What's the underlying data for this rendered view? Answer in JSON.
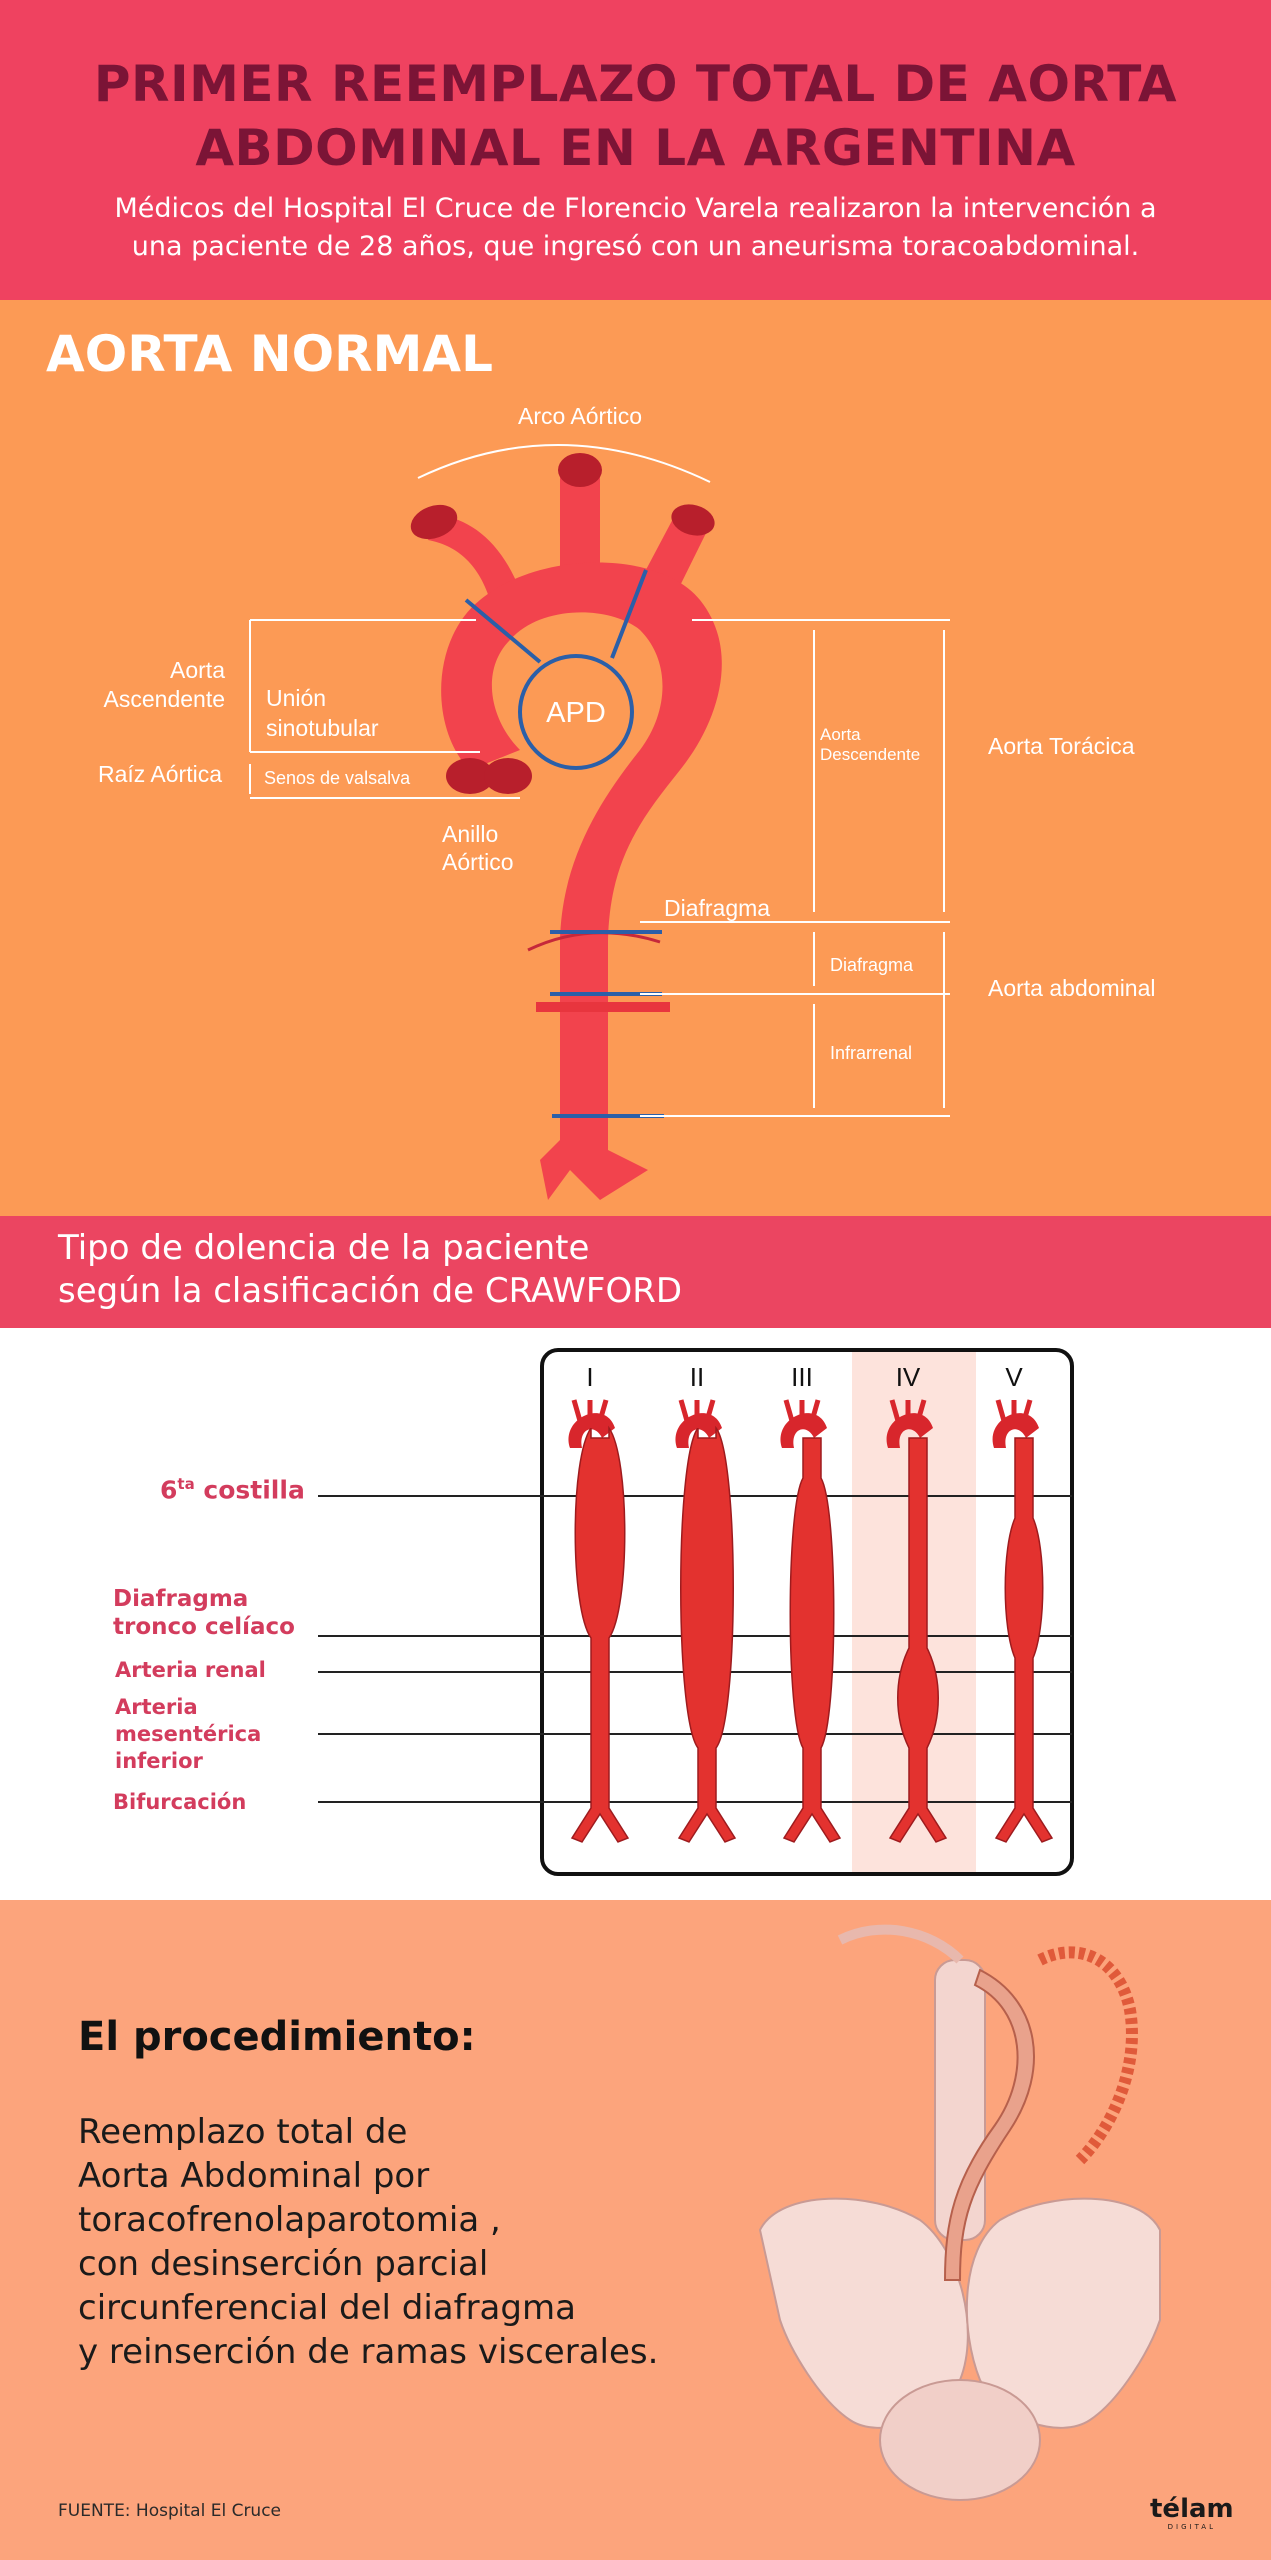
{
  "header": {
    "title_line1": "PRIMER REEMPLAZO TOTAL DE AORTA",
    "title_line2": "ABDOMINAL EN LA ARGENTINA",
    "subtitle_line1": "Médicos del Hospital El Cruce de Florencio Varela realizaron la intervención a",
    "subtitle_line2": "una paciente de 28 años, que ingresó con un aneurisma toracoabdominal."
  },
  "normal": {
    "heading": "AORTA NORMAL",
    "labels": {
      "arco": "Arco Aórtico",
      "ascendente_line1": "Aorta",
      "ascendente_line2": "Ascendente",
      "union_line1": "Unión",
      "union_line2": "sinotubular",
      "raiz": "Raíz Aórtica",
      "senos": "Senos de valsalva",
      "anillo_line1": "Anillo",
      "anillo_line2": "Aórtico",
      "apd": "APD",
      "descendente_line1": "Aorta",
      "descendente_line2": "Descendente",
      "toracica": "Aorta Torácica",
      "diafragma_main": "Diafragma",
      "diafragma_small": "Diafragma",
      "abdominal": "Aorta abdominal",
      "infrarrenal": "Infrarrenal"
    }
  },
  "crawford": {
    "band_line1": "Tipo de dolencia de la paciente",
    "band_line2": "según la clasificación de CRAWFORD",
    "types": [
      "I",
      "II",
      "III",
      "IV",
      "V"
    ],
    "highlighted_type": "IV",
    "levels": {
      "costilla_prefix": "6",
      "costilla_sup": "ta",
      "costilla_rest": " costilla",
      "diafragma_line1": "Diafragma",
      "diafragma_line2": "tronco celíaco",
      "renal": "Arteria renal",
      "mesenterica_line1": "Arteria",
      "mesenterica_line2": "mesentérica",
      "mesenterica_line3": "inferior",
      "bifurcacion": "Bifurcación"
    }
  },
  "procedure": {
    "heading": "El procedimiento:",
    "text": "Reemplazo total de\nAorta Abdominal por\ntoracofrenolaparotomia ,\ncon desinserción parcial\ncircunferencial del diafragma\ny reinserción de ramas viscerales."
  },
  "footer": {
    "source": "FUENTE: Hospital El Cruce",
    "logo": "télam",
    "logo_sub": "DIGITAL"
  },
  "colors": {
    "header_bg": "#ef4260",
    "title": "#7b1436",
    "normal_bg": "#fc9a55",
    "band_bg": "#eb4561",
    "aorta_red": "#f2434d",
    "ring_blue": "#2b5fa8",
    "crawford_label": "#d33c5d",
    "procedure_bg": "#fca47c"
  }
}
